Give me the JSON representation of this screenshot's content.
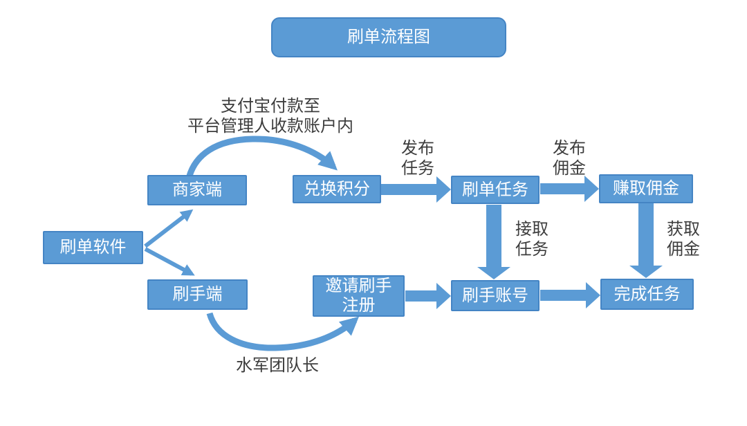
{
  "title": {
    "label": "刷单流程图"
  },
  "colors": {
    "background": "#ffffff",
    "box_fill": "#5b9bd5",
    "box_border": "#4484c4",
    "arrow_fill": "#5b9bd5",
    "box_text": "#ffffff",
    "label_text": "#3d3d3d"
  },
  "nodes": {
    "software": "刷单软件",
    "merchant": "商家端",
    "brusher": "刷手端",
    "points": "兑换积分",
    "task": "刷单任务",
    "earn": "赚取佣金",
    "invite": "邀请刷手\n注册",
    "account": "刷手账号",
    "complete": "完成任务"
  },
  "edge_labels": {
    "alipay": "支付宝付款至\n平台管理人收款账户内",
    "publish_task": "发布\n任务",
    "publish_commission": "发布\n佣金",
    "take_task": "接取\n任务",
    "get_commission": "获取\n佣金",
    "team_leader": "水军团队长"
  }
}
